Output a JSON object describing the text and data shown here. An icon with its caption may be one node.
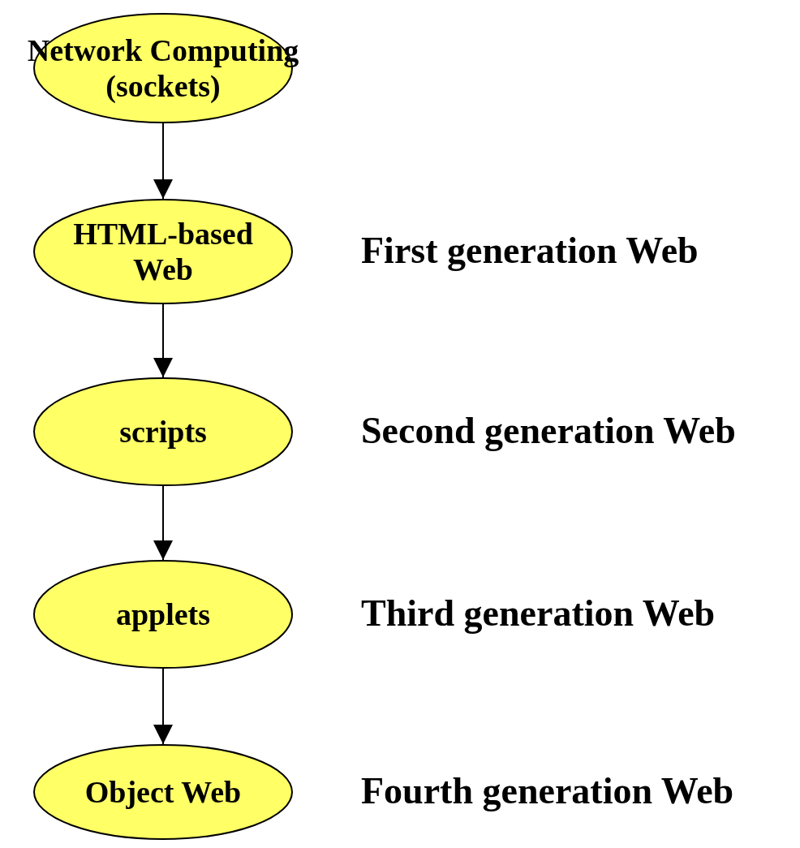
{
  "diagram": {
    "nodes": [
      {
        "text": [
          "Network Computing (sockets)"
        ]
      },
      {
        "text": [
          "HTML-based Web"
        ],
        "beside": [
          "First generation Web"
        ]
      },
      {
        "text": [
          "scripts"
        ],
        "beside": [
          "Second generation Web"
        ]
      },
      {
        "text": [
          "applets"
        ],
        "beside": [
          "Third generation Web"
        ]
      },
      {
        "text": [
          "Object Web"
        ],
        "beside": [
          "Fourth generation Web"
        ]
      }
    ],
    "edges": [
      {
        "from": 0,
        "to": 1,
        "arrow": "to"
      },
      {
        "from": 1,
        "to": 2,
        "arrow": "to"
      },
      {
        "from": 2,
        "to": 3,
        "arrow": "to"
      },
      {
        "from": 3,
        "to": 4,
        "arrow": "to"
      }
    ]
  }
}
